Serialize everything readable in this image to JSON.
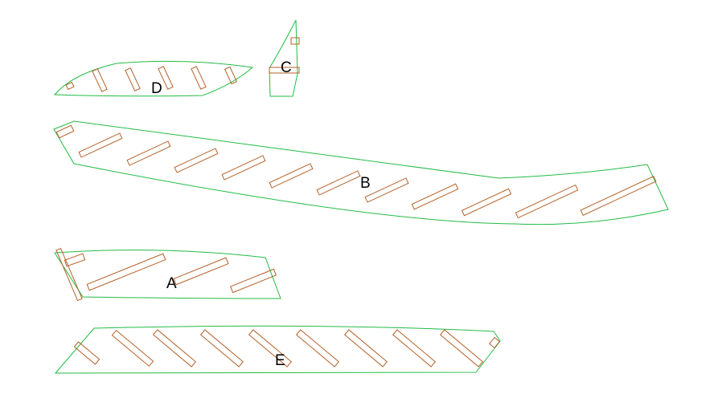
{
  "pieces": [
    {
      "id": "A",
      "label": "A"
    },
    {
      "id": "B",
      "label": "B"
    },
    {
      "id": "C",
      "label": "C"
    },
    {
      "id": "D",
      "label": "D"
    },
    {
      "id": "E",
      "label": "E"
    }
  ],
  "colors": {
    "outline": "#22bb44",
    "slot": "#b5622a",
    "label": "#000000",
    "background": "#ffffff"
  }
}
